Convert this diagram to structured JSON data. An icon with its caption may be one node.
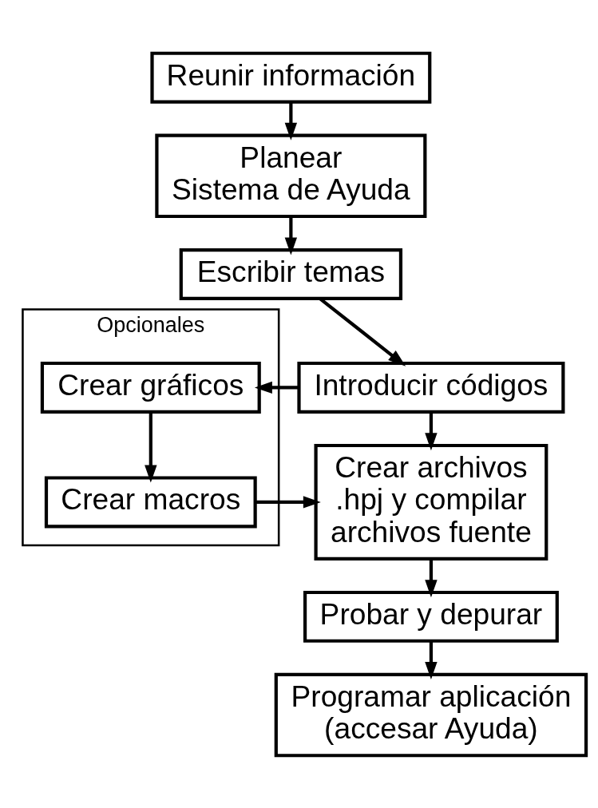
{
  "diagram": {
    "nodes": [
      {
        "text": [
          "Reunir información"
        ]
      },
      {
        "text": [
          "Planear Sistema de Ayuda"
        ]
      },
      {
        "text": [
          "Escribir temas"
        ]
      },
      {
        "text": [
          "Introducir códigos"
        ]
      },
      {
        "text": [
          "Crear archivos .hpj y compilar archivos fuente"
        ]
      },
      {
        "text": [
          "Probar y depurar"
        ]
      },
      {
        "text": [
          "Programar aplicación (accesar Ayuda)"
        ]
      },
      {
        "text": [
          "Opcionales"
        ]
      },
      {
        "text": [
          "Crear gráficos"
        ],
        "in": 7
      },
      {
        "text": [
          "Crear macros"
        ],
        "in": 7
      }
    ],
    "edges": [
      {
        "from": 0,
        "to": 1,
        "arrow": "to"
      },
      {
        "from": 1,
        "to": 2,
        "arrow": "to"
      },
      {
        "from": 2,
        "to": 3,
        "arrow": "to"
      },
      {
        "from": 3,
        "to": 4,
        "arrow": "to"
      },
      {
        "from": 3,
        "to": 8,
        "arrow": "to"
      },
      {
        "from": 8,
        "to": 9,
        "arrow": "to"
      },
      {
        "from": 9,
        "to": 4,
        "arrow": "to"
      },
      {
        "from": 4,
        "to": 5,
        "arrow": "to"
      },
      {
        "from": 5,
        "to": 6,
        "arrow": "to"
      }
    ]
  }
}
